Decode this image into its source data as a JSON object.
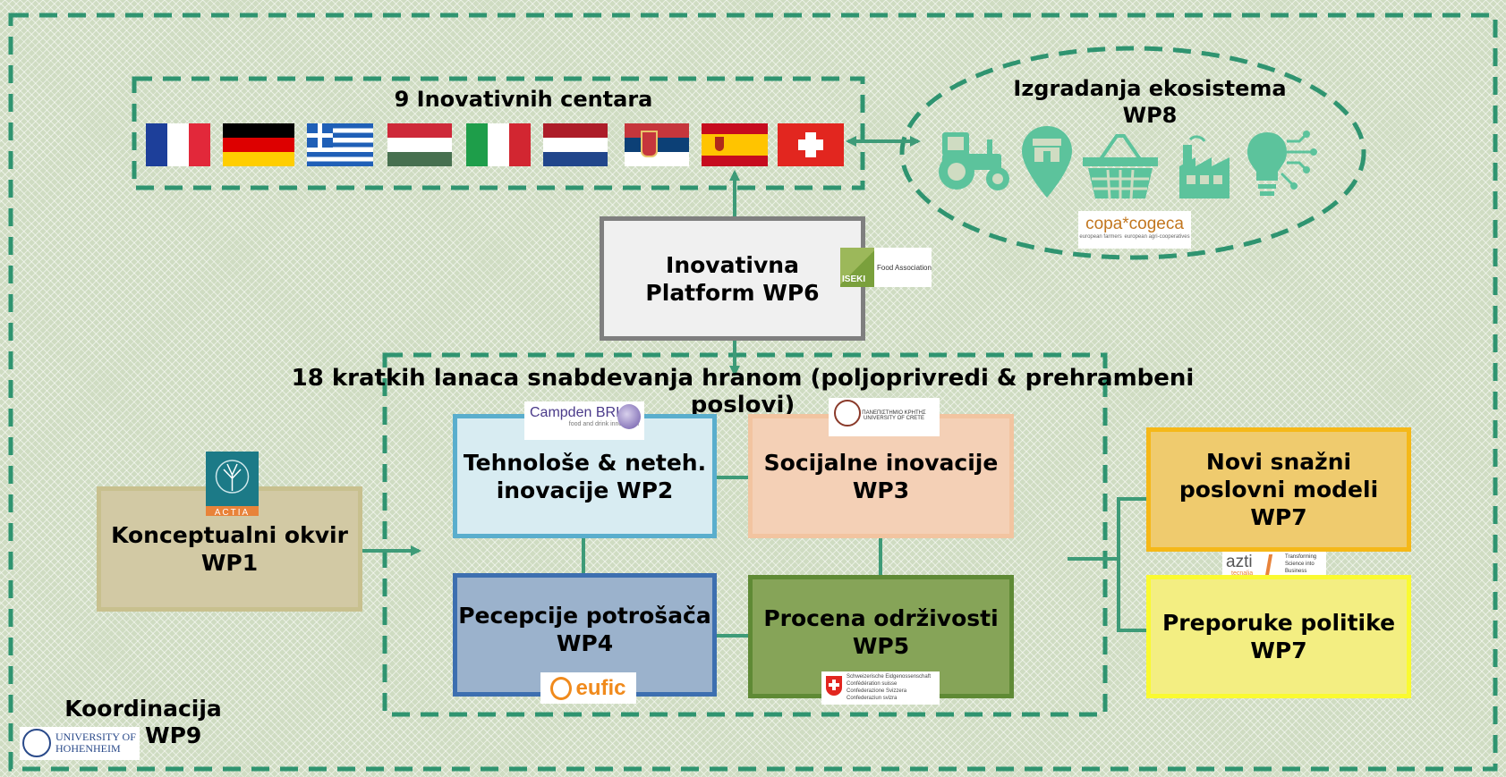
{
  "centers_title": "9 Inovativnih centara",
  "ecosystem_title_line1": "Izgradanja ekosistema",
  "ecosystem_title_line2": "WP8",
  "platform_label_line1": "Inovativna",
  "platform_label_line2": "Platform WP6",
  "chains_title": "18 kratkih lanaca snabdevanja hranom (poljoprivredi & prehrambeni poslovi)",
  "wp1_line1": "Konceptualni okvir",
  "wp1_line2": "WP1",
  "wp2_line1": "Tehnološe & neteh.",
  "wp2_line2": "inovacije WP2",
  "wp3_line1": "Socijalne inovacije",
  "wp3_line2": "WP3",
  "wp4_line1": "Pecepcije potrošača",
  "wp4_line2": "WP4",
  "wp5_line1": "Procena održivosti",
  "wp5_line2": "WP5",
  "wp7a_line1": "Novi snažni",
  "wp7a_line2": "poslovni modeli",
  "wp7a_line3": "WP7",
  "wp7b_line1": "Preporuke politike",
  "wp7b_line2": "WP7",
  "coord_line1": "Koordinacija",
  "coord_line2": "WP9",
  "flags": [
    "france",
    "germany",
    "greece",
    "hungary",
    "italy",
    "netherlands",
    "serbia",
    "spain",
    "switzerland"
  ],
  "ecosystem_icons": [
    "tractor-icon",
    "shop-pin-icon",
    "basket-icon",
    "factory-icon",
    "lightbulb-icon"
  ],
  "logos": {
    "copa_cogeca": "copa*cogeca",
    "copa_sub1": "european farmers",
    "copa_sub2": "european agri-cooperatives",
    "iseki": "ISEKI",
    "iseki_sub": "Food Association",
    "campden": "Campden BRI",
    "campden_sub": "food and drink innovation",
    "crete_line1": "ΠΑΝΕΠΙΣΤΗΜΙΟ ΚΡΗΤΗΣ",
    "crete_line2": "UNIVERSITY OF CRETE",
    "actia": "ACTIA",
    "eufic": "eufic",
    "swiss_line1": "Schweizerische Eidgenossenschaft",
    "swiss_line2": "Confédération suisse",
    "swiss_line3": "Confederazione Svizzera",
    "swiss_line4": "Confederaziun svizra",
    "azti": "azti",
    "azti_sub": "tecnalia",
    "azti_tag": "Transforming Science into Business",
    "hohenheim_line1": "UNIVERSITY OF",
    "hohenheim_line2": "HOHENHEIM"
  },
  "colors": {
    "arrow": "#3e9b78",
    "dash": "#2f9470",
    "wp1": "#d2c9a4",
    "wp2": "#d8ecf2",
    "wp3": "#f4d0b6",
    "wp4": "#9bb2cc",
    "wp5": "#86a458",
    "wp7a": "#efcb6e",
    "wp7b": "#f3ee82"
  }
}
